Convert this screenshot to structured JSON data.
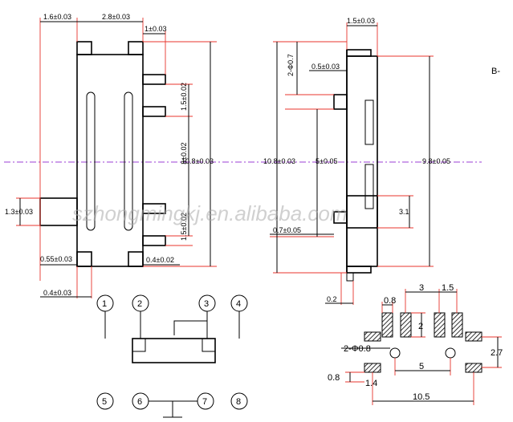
{
  "front_view": {
    "dim_top_left": "1.6±0.03",
    "dim_top_mid": "2.8±0.03",
    "dim_top_right": "1±0.03",
    "dim_pin_pitch": "1.5±0.02",
    "dim_center": "3±0.02",
    "dim_lower": "1.5±0.02",
    "dim_height": "10.8±0.03",
    "dim_left_tab": "1.3±0.03",
    "dim_bottom_left": "0.55±0.03",
    "dim_bottom_right": "0.4±0.02",
    "dim_bottom_below": "0.4±0.03"
  },
  "side_view": {
    "dim_top": "1.5±0.03",
    "dim_hole": "2-Φ0.7",
    "dim_hole_offset": "0.5±0.03",
    "dim_total": "10.8±0.03",
    "dim_mid": "5±0.05",
    "dim_right": "9.8±0.05",
    "dim_knob": "3.1",
    "dim_bottom_left": "0.7±0.05",
    "dim_lead": "0.2",
    "section_label": "B-"
  },
  "pins_top": [
    "1",
    "2",
    "3",
    "4"
  ],
  "pins_bottom": [
    "5",
    "6",
    "7",
    "8"
  ],
  "footprint": {
    "dim_pad_w": "0.8",
    "dim_pitch_a": "3",
    "dim_pitch_b": "1.5",
    "dim_pad_h": "2",
    "dim_holes": "2-Φ0.8",
    "dim_row": "2.7",
    "dim_hole_span": "5",
    "dim_pad_small": "0.8",
    "dim_pad_gap": "1.4",
    "dim_overall": "10.5"
  },
  "watermark": "szhongmingkj.en.alibaba.com"
}
